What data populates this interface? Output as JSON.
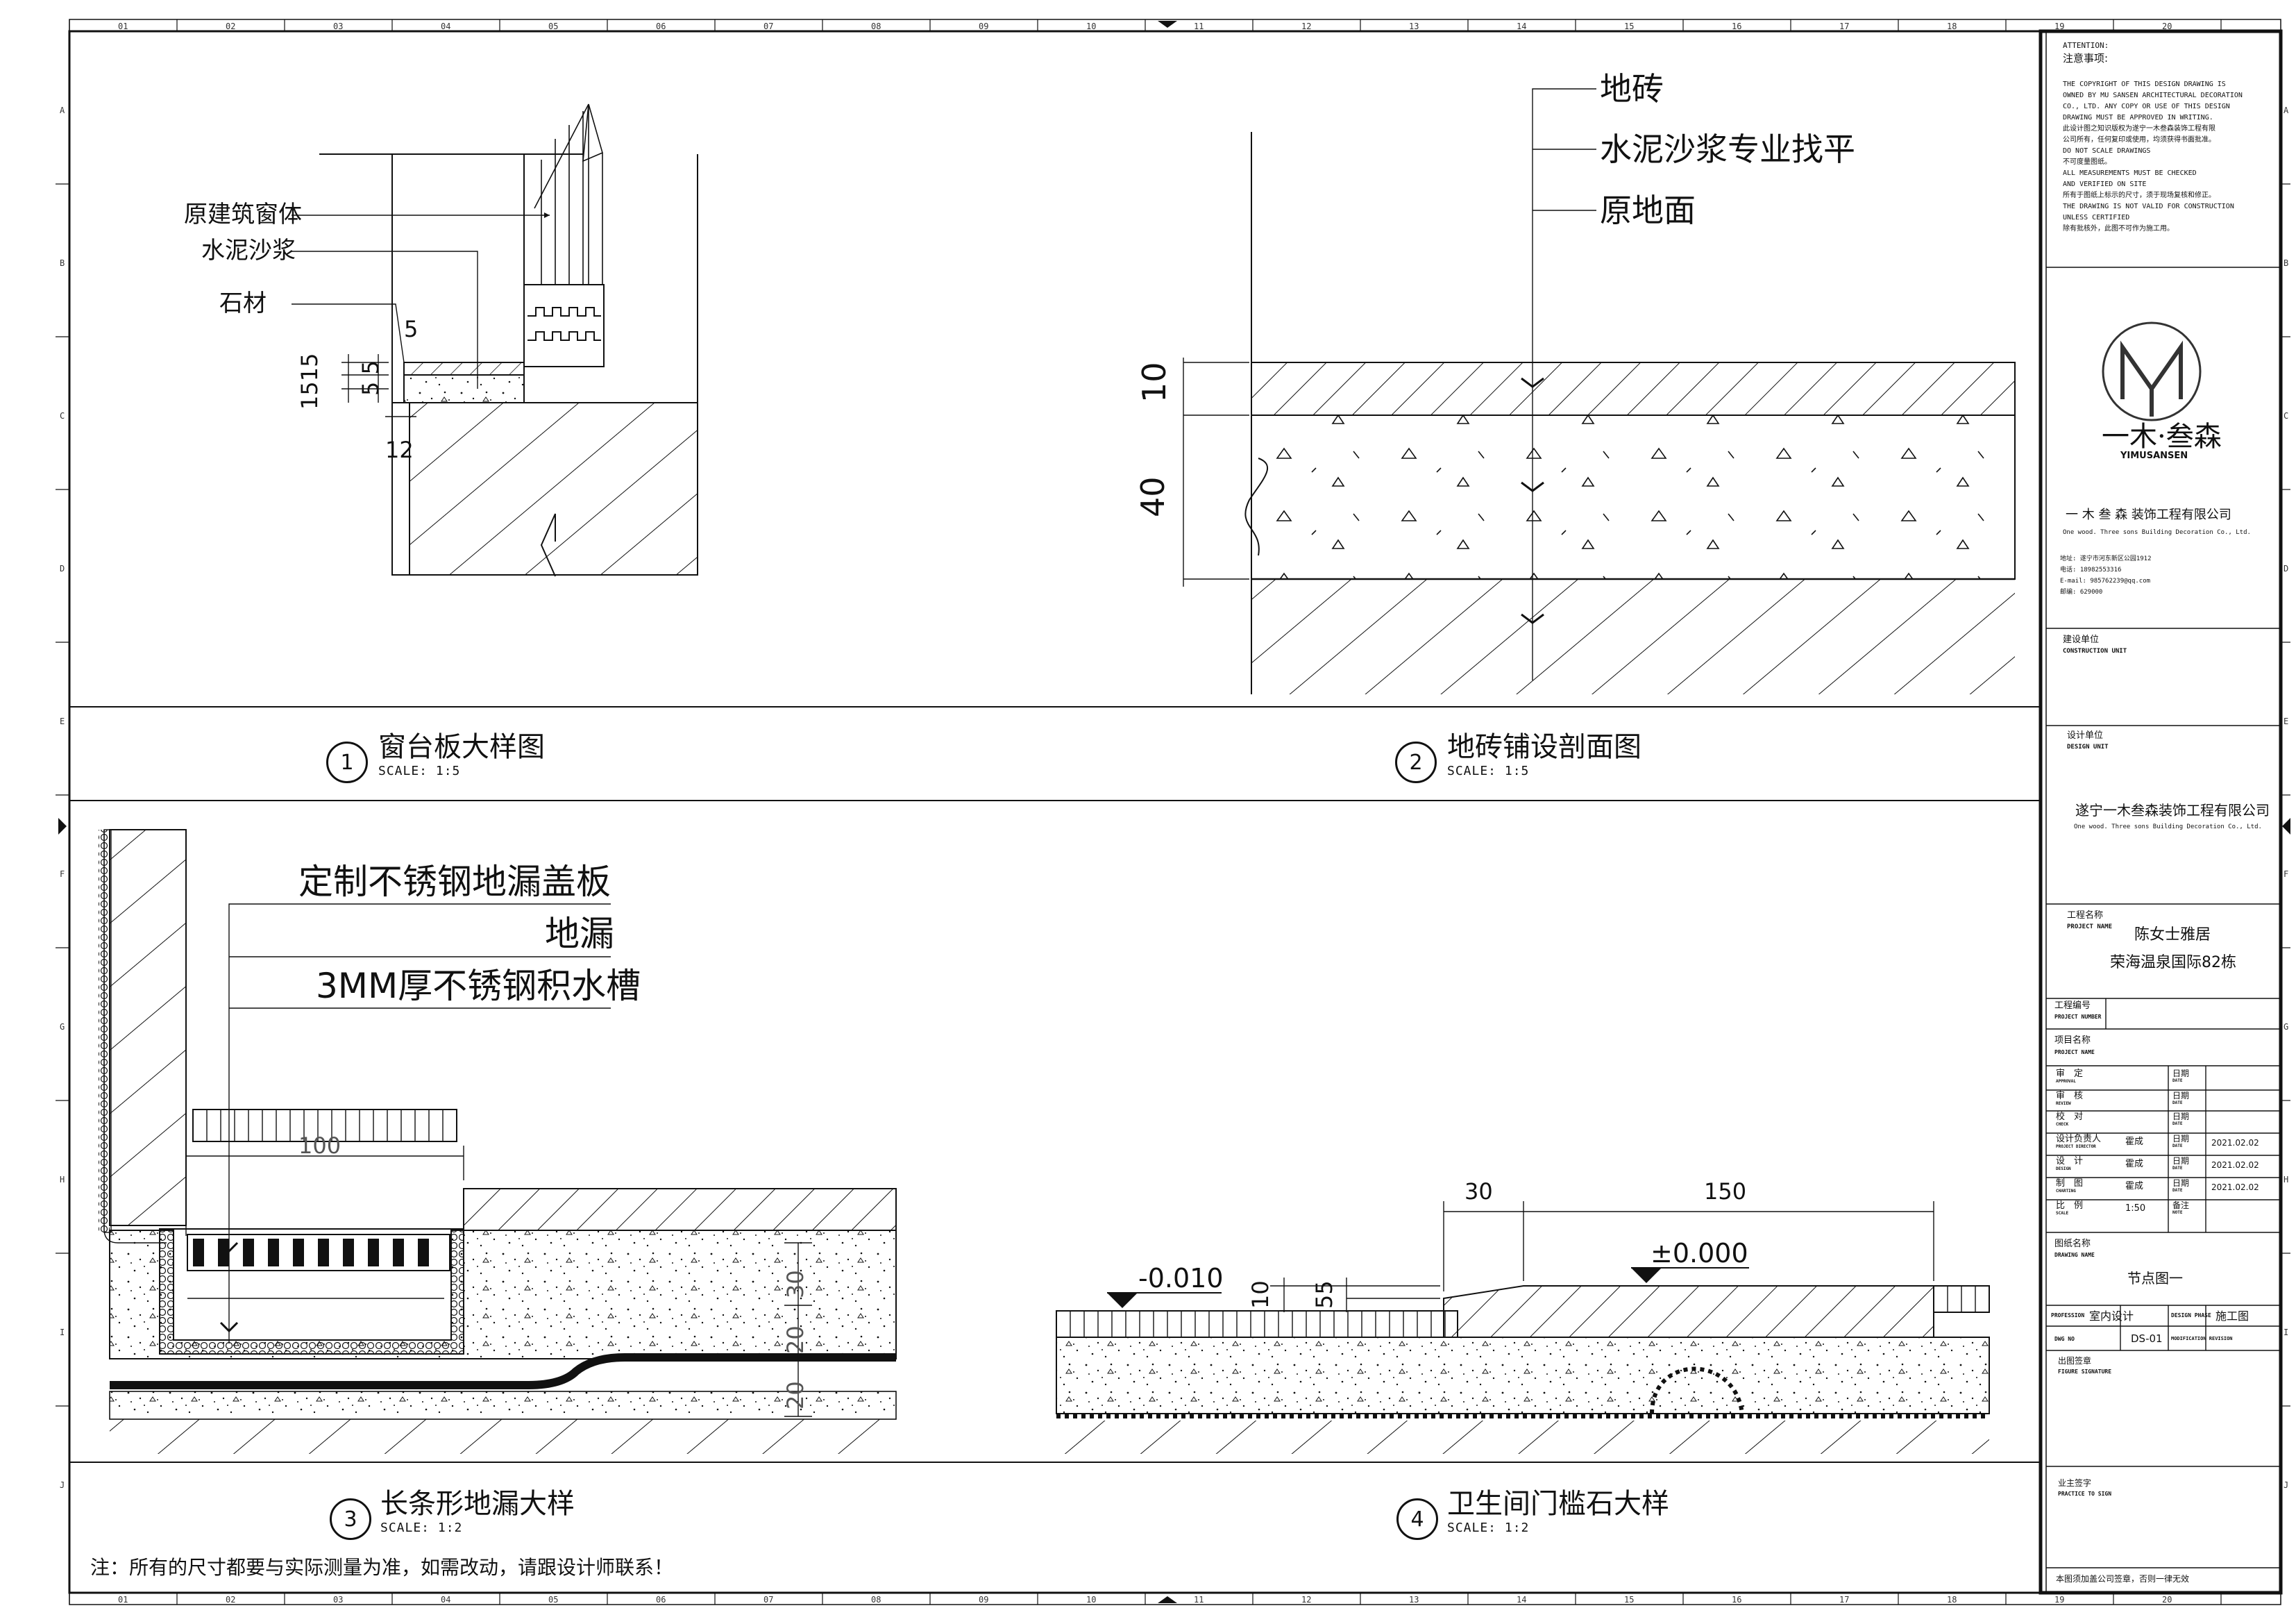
{
  "grid": {
    "columns": [
      "01",
      "02",
      "03",
      "04",
      "05",
      "06",
      "07",
      "08",
      "09",
      "10",
      "11",
      "12",
      "13",
      "14",
      "15",
      "16",
      "17",
      "18",
      "19",
      "20"
    ],
    "rows": [
      "A",
      "B",
      "C",
      "D",
      "E",
      "F",
      "G",
      "H",
      "I",
      "J"
    ]
  },
  "detail1": {
    "num": "1",
    "title": "窗台板大样图",
    "scale": "SCALE: 1:5",
    "labels": [
      "原建筑窗体",
      "水泥沙浆",
      "石材"
    ],
    "dims": [
      "5",
      "1515",
      "5 5",
      "12"
    ]
  },
  "detail2": {
    "num": "2",
    "title": "地砖铺设剖面图",
    "scale": "SCALE: 1:5",
    "labels": [
      "地砖",
      "水泥沙浆专业找平",
      "原地面"
    ],
    "dims": [
      "10",
      "40"
    ]
  },
  "detail3": {
    "num": "3",
    "title": "长条形地漏大样",
    "scale": "SCALE: 1:2",
    "labels": [
      "定制不锈钢地漏盖板",
      "地漏",
      "3MM厚不锈钢积水槽"
    ],
    "dims": [
      "100",
      "30",
      "20",
      "20"
    ]
  },
  "detail4": {
    "num": "4",
    "title": "卫生间门槛石大样",
    "scale": "SCALE: 1:2",
    "dims": [
      "30",
      "150",
      "10",
      "55"
    ],
    "levels": [
      "-0.010",
      "±0.000"
    ]
  },
  "note": "注：所有的尺寸都要与实际测量为准，如需改动，请跟设计师联系！",
  "titleblock": {
    "attention_en": "ATTENTION:",
    "attention_cn": "注意事项:",
    "notes": [
      "THE COPYRIGHT OF THIS DESIGN DRAWING IS",
      "OWNED BY MU SANSEN ARCHITECTURAL DECORATION",
      "CO., LTD. ANY COPY OR USE OF THIS DESIGN",
      "DRAWING MUST BE APPROVED IN WRITING.",
      "此设计图之知识版权为遂宁一木叁森装饰工程有限",
      "公司所有，任何复印或使用，均须获得书面批准。",
      "DO NOT SCALE DRAWINGS",
      "不可度量图纸。",
      "ALL MEASUREMENTS MUST BE CHECKED",
      "AND VERIFIED ON SITE",
      "所有于图纸上标示的尺寸，须于现场复核和修正。",
      "THE DRAWING IS NOT VALID FOR CONSTRUCTION",
      "UNLESS CERTIFIED",
      "除有批核外，此图不可作为施工用。"
    ],
    "logo_cn": "一木·叁森",
    "logo_en": "YIMUSANSEN",
    "company": "一 木 叁 森  装饰工程有限公司",
    "company_en": "One wood. Three sons Building Decoration Co., Ltd.",
    "contact": [
      "地址: 遂宁市河东新区公园1912",
      "电话: 18982553316",
      "E-mail: 985762239@qq.com",
      "邮编: 629000"
    ],
    "construction_unit_cn": "建设单位",
    "construction_unit_en": "CONSTRUCTION UNIT",
    "design_unit_cn": "设计单位",
    "design_unit_en": "DESIGN UNIT",
    "design_company": "遂宁一木叁森装饰工程有限公司",
    "design_company_en": "One wood. Three sons Building Decoration Co., Ltd.",
    "project_name_cn": "工程名称",
    "project_name_en": "PROJECT NAME",
    "project_line1": "陈女士雅居",
    "project_line2": "荣海温泉国际82栋",
    "project_number_cn": "工程编号",
    "project_number_en": "PROJECT NUMBER",
    "item_name_cn": "项目名称",
    "item_name_en": "PROJECT NAME",
    "rows": [
      {
        "cn": "审　定",
        "en": "APPROVAL",
        "value": "",
        "date_cn": "日期",
        "date_en": "DATE",
        "date": ""
      },
      {
        "cn": "审　核",
        "en": "REVIEW",
        "value": "",
        "date_cn": "日期",
        "date_en": "DATE",
        "date": ""
      },
      {
        "cn": "校　对",
        "en": "CHECK",
        "value": "",
        "date_cn": "日期",
        "date_en": "DATE",
        "date": ""
      },
      {
        "cn": "设计负责人",
        "en": "PROJECT DIRECTOR",
        "value": "霍成",
        "date_cn": "日期",
        "date_en": "DATE",
        "date": "2021.02.02"
      },
      {
        "cn": "设　计",
        "en": "DESIGN",
        "value": "霍成",
        "date_cn": "日期",
        "date_en": "DATE",
        "date": "2021.02.02"
      },
      {
        "cn": "制　图",
        "en": "CHARTING",
        "value": "霍成",
        "date_cn": "日期",
        "date_en": "DATE",
        "date": "2021.02.02"
      },
      {
        "cn": "比　例",
        "en": "SCALE",
        "value": "1:50",
        "date_cn": "备注",
        "date_en": "NOTE",
        "date": ""
      }
    ],
    "drawing_name_cn": "图纸名称",
    "drawing_name_en": "DRAWING NAME",
    "drawing_name": "节点图一",
    "profession_en": "PROFESSION",
    "profession": "室内设计",
    "design_phase_en": "DESIGN PHASE",
    "design_phase": "施工图",
    "dwg_no_en": "DWG NO",
    "dwg_no": "DS-01",
    "modification_en": "MODIFICATION REVISION",
    "figure_signature_cn": "出图签章",
    "figure_signature_en": "FIGURE SIGNATURE",
    "owner_signature_cn": "业主签字",
    "owner_signature_en": "PRACTICE TO SIGN",
    "footer": "本图须加盖公司签章，否则一律无效"
  }
}
